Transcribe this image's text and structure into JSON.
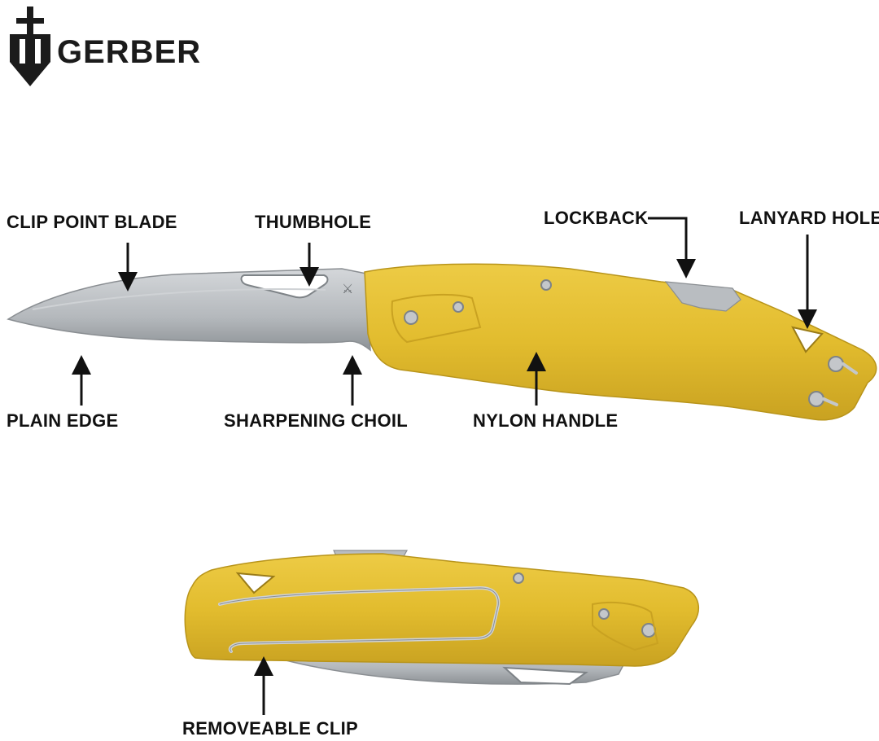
{
  "brand": {
    "name": "GERBER",
    "logo_icon": "gerber-sword-shield-icon"
  },
  "colors": {
    "handle": "#E2BC2E",
    "handle_dark": "#B8941A",
    "blade": "#B9BDC1",
    "blade_dark": "#7E8387",
    "text": "#111111"
  },
  "callouts": {
    "clip_point_blade": "CLIP POINT BLADE",
    "thumbhole": "THUMBHOLE",
    "lockback": "LOCKBACK",
    "lanyard_hole": "LANYARD HOLE",
    "plain_edge": "PLAIN EDGE",
    "sharpening_choil": "SHARPENING CHOIL",
    "nylon_handle": "NYLON HANDLE",
    "removeable_clip": "REMOVEABLE CLIP"
  }
}
